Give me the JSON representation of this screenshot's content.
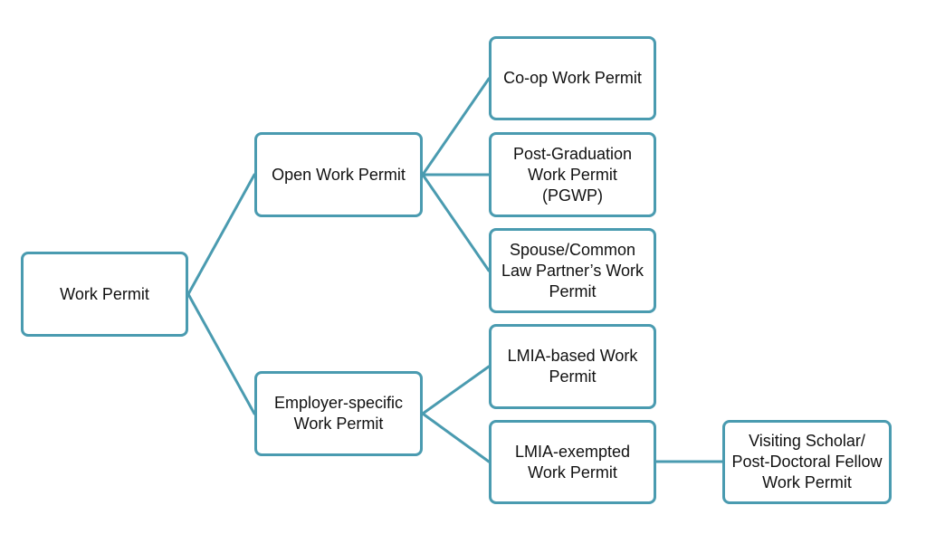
{
  "diagram": {
    "colors": {
      "border": "#4a9bb0",
      "connector": "#4a9bb0",
      "text": "#111111",
      "background": "#ffffff"
    },
    "root": {
      "label": "Work Permit"
    },
    "open": {
      "label": "Open Work Permit"
    },
    "employer": {
      "label": "Employer-specific Work Permit"
    },
    "coop": {
      "label": "Co-op Work Permit"
    },
    "pgwp": {
      "label": "Post-Graduation Work Permit (PGWP)"
    },
    "spouse": {
      "label": "Spouse/Common Law Partner’s Work Permit"
    },
    "lmia_based": {
      "label": "LMIA-based Work Permit"
    },
    "lmia_exempted": {
      "label": "LMIA-exempted Work Permit"
    },
    "visiting_scholar": {
      "label": "Visiting Scholar/ Post-Doctoral Fellow Work Permit"
    }
  }
}
